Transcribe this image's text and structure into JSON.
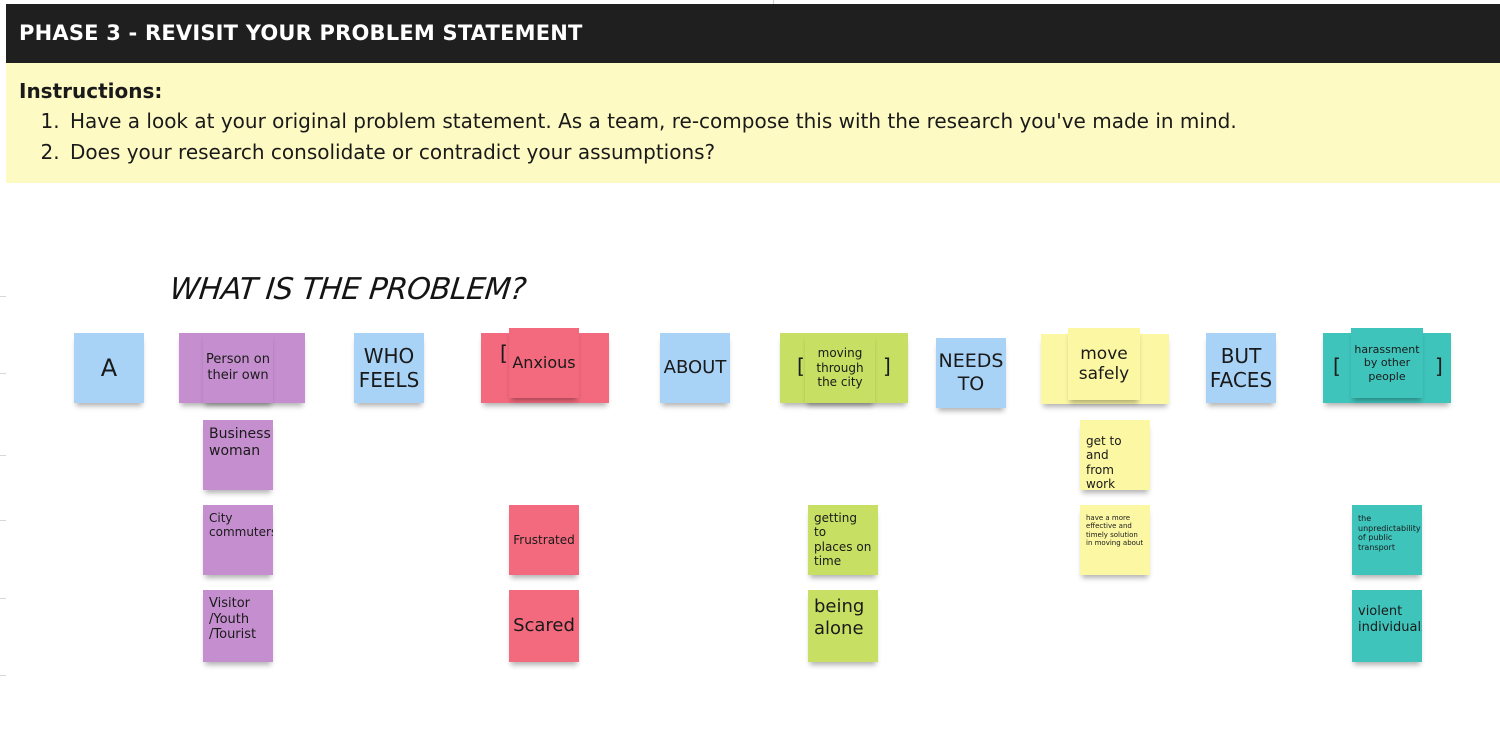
{
  "header": {
    "title": "PHASE 3 - REVISIT YOUR PROBLEM STATEMENT"
  },
  "instructions": {
    "title": "Instructions:",
    "items": [
      "Have a look at your original problem statement. As a team, re-compose this with the research you've made in mind.",
      "Does your research consolidate or contradict your assumptions?"
    ]
  },
  "board": {
    "title": "WHAT IS THE PROBLEM?",
    "notes": {
      "a": "A",
      "person": "Person on\ntheir own",
      "who_feels": "WHO\nFEELS",
      "anxious": "Anxious",
      "about": "ABOUT",
      "moving": "moving\nthrough\nthe city",
      "needs_to": "NEEDS\nTO",
      "move_safely": "move\nsafely",
      "but_faces": "BUT\nFACES",
      "harassment": "harassment\nby other\npeople",
      "business_woman": "Business\nwoman",
      "city_commuters": "City\ncommuters",
      "visitor": "Visitor\n/Youth\n/Tourist",
      "frustrated": "Frustrated",
      "scared": "Scared",
      "getting_places": "getting to\nplaces on\ntime",
      "being_alone": "being\nalone",
      "get_to_work": "get to and\nfrom work",
      "effective": "have a more\neffective and\ntimely solution\nin moving about",
      "unpredictability": "the\nunpredictability\nof public\ntransport",
      "violent": "violent\nindividuals"
    }
  },
  "colors": {
    "header_bg": "#1f1f1f",
    "instructions_bg": "#fdfac4",
    "blue": "#a8d3f6",
    "purple": "#c58fcf",
    "pink": "#f3697d",
    "lime": "#c7e063",
    "yellow": "#fbf7a3",
    "teal": "#3fc4bc"
  }
}
